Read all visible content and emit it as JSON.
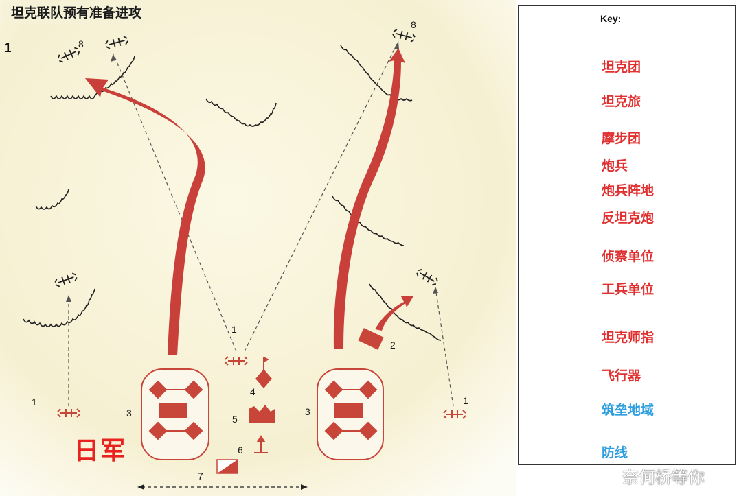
{
  "title": "坦克联队预有准备进攻",
  "panel_number": "1",
  "side_label": "日军",
  "unit_numbers": {
    "n8_left": "8",
    "n8_right": "8",
    "n1_center": "1",
    "n1_left": "1",
    "n1_right": "1",
    "n2": "2",
    "n3_left": "3",
    "n3_right": "3",
    "n4": "4",
    "n5": "5",
    "n6": "6",
    "n7": "7"
  },
  "key": {
    "title": "Key:",
    "items": [
      {
        "icon": "tank-regiment-icon",
        "label": "坦克团",
        "color": "#e03030"
      },
      {
        "icon": "tank-brigade-icon",
        "label": "坦克旅",
        "color": "#e03030"
      },
      {
        "icon": "motorized-infantry-icon",
        "label": "摩步团",
        "color": "#e03030"
      },
      {
        "icon": "artillery-icon",
        "label": "炮兵",
        "color": "#e03030"
      },
      {
        "icon": "artillery-position-icon",
        "label": "炮兵阵地",
        "color": "#e03030"
      },
      {
        "icon": "anti-tank-gun-icon",
        "label": "反坦克炮",
        "color": "#e03030"
      },
      {
        "icon": "recon-unit-icon",
        "label": "侦察单位",
        "color": "#e03030"
      },
      {
        "icon": "engineer-unit-icon",
        "label": "工兵单位",
        "color": "#e03030"
      },
      {
        "icon": "tank-division-command-icon",
        "label": "坦克师指",
        "color": "#e03030"
      },
      {
        "icon": "aircraft-icon",
        "label": "飞行器",
        "color": "#e03030"
      },
      {
        "icon": "fortified-area-icon",
        "label": "筑垒地域",
        "color": "#2f9fe0"
      },
      {
        "icon": "defense-line-icon",
        "label": "防线",
        "color": "#2f9fe0"
      }
    ]
  },
  "watermark": "奈何桥等你",
  "colors": {
    "unit_red": "#c8453a",
    "arrow_red": "#c9403a",
    "map_bg": "#f6f2d8",
    "fort_blue": "#2a4f7a"
  }
}
